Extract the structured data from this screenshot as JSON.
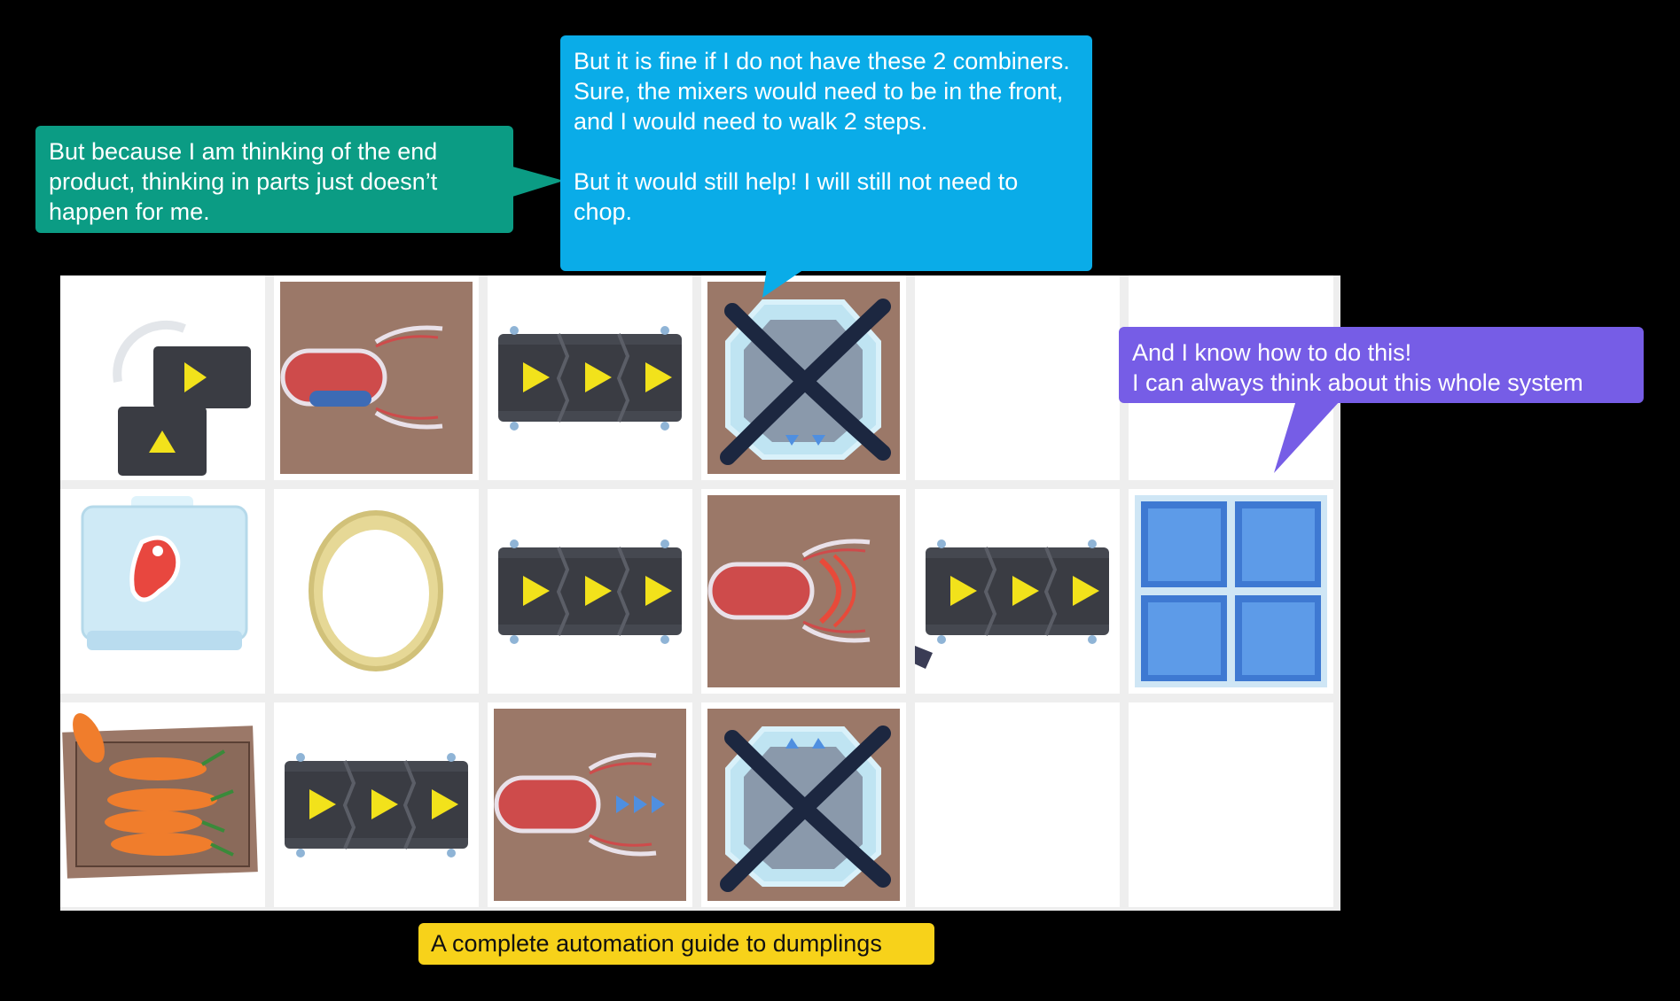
{
  "annotations": {
    "green_text": "But because I am thinking of the end product, thinking in parts just doesn’t happen for me.",
    "blue_text_1": "But it is fine if I do not have these 2 combiners. Sure, the mixers would need to be in the front, and I would need to walk 2 steps.",
    "blue_text_2": "But it would still help! I will still not need to chop.",
    "purple_line_1": "And I know how to do this!",
    "purple_line_2": "I can always think about this whole system",
    "caption": "A complete automation guide to dumplings"
  },
  "colors": {
    "green": "#0b9c84",
    "blue": "#0aace8",
    "purple": "#765de6",
    "yellow": "#f7d21a",
    "conveyor": "#4a4d55",
    "arrow": "#f2e21b",
    "wood": "#9b7868",
    "cross": "#1c2740"
  },
  "grid": {
    "rows": 3,
    "cols": 6,
    "tiles": [
      [
        "conveyor-merge-icon",
        "chopper-icon",
        "conveyor-icon",
        "mixer-crossed-icon",
        "empty",
        "empty"
      ],
      [
        "meat-dispenser-icon",
        "dough-bowl-icon",
        "conveyor-icon",
        "combiner-icon",
        "conveyor-icon",
        "storage-grid-icon"
      ],
      [
        "carrot-crate-icon",
        "conveyor-icon",
        "chopper-icon",
        "mixer-crossed-icon",
        "empty",
        "empty"
      ]
    ]
  }
}
